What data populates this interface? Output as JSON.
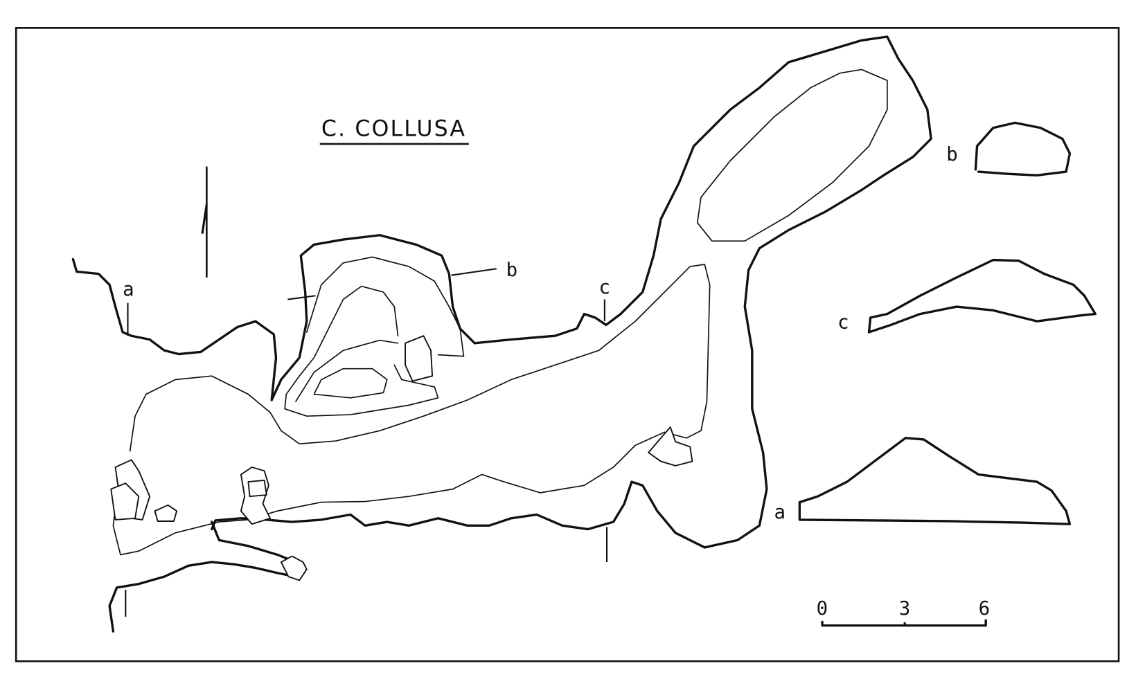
{
  "map": {
    "title": "C. COLLUSA",
    "section_labels": {
      "a": "a",
      "b": "b",
      "c": "c"
    },
    "scale_bar": {
      "ticks": [
        "0",
        "3",
        "6"
      ]
    },
    "colors": {
      "ink": "#111111",
      "paper": "#ffffff"
    }
  }
}
